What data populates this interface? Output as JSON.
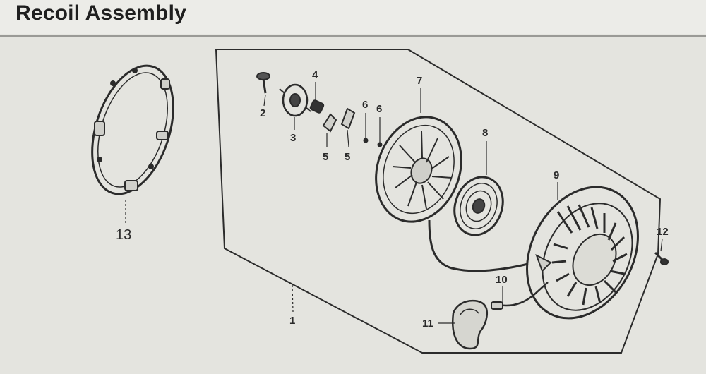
{
  "page": {
    "title": "Recoil Assembly"
  },
  "colors": {
    "line": "#2b2b2b",
    "background": "#e4e4df",
    "header_rule": "#9a9a96"
  },
  "callouts": {
    "c1": "1",
    "c2": "2",
    "c3": "3",
    "c4": "4",
    "c5a": "5",
    "c5b": "5",
    "c6a": "6",
    "c6b": "6",
    "c7": "7",
    "c8": "8",
    "c9": "9",
    "c10": "10",
    "c11": "11",
    "c12": "12",
    "c13": "13"
  }
}
